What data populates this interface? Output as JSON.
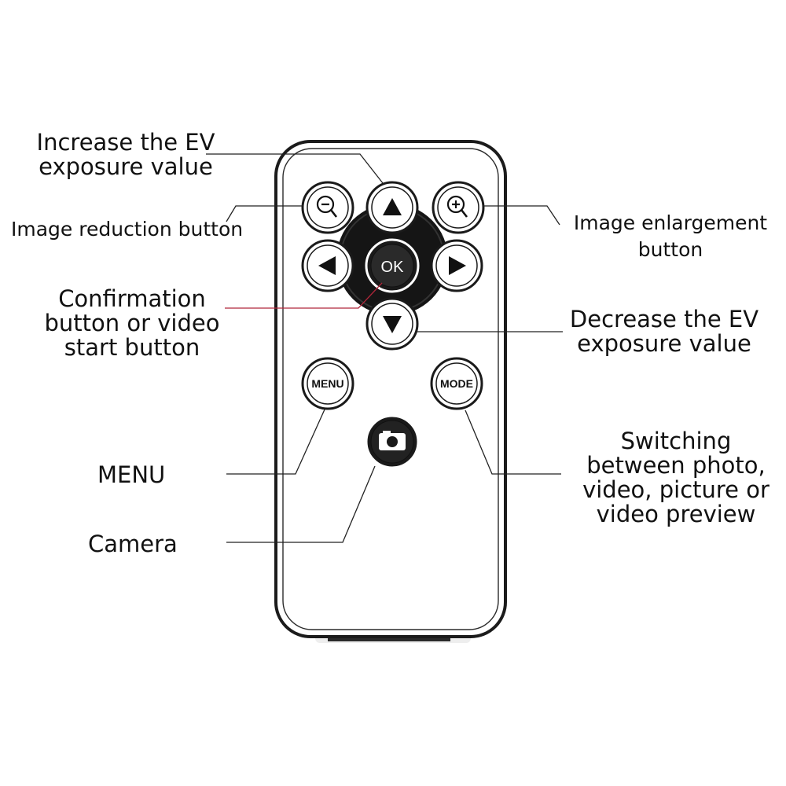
{
  "remote": {
    "buttons": {
      "ok": "OK",
      "menu": "MENU",
      "mode": "MODE"
    }
  },
  "callouts": {
    "ev_increase": [
      "Increase the EV",
      "exposure value"
    ],
    "zoom_out": [
      "Image reduction button"
    ],
    "zoom_in": [
      "Image enlargement",
      "button"
    ],
    "confirm": [
      "Confirmation",
      "button or video",
      "start button"
    ],
    "ev_decrease": [
      "Decrease the EV",
      "exposure value"
    ],
    "menu": [
      "MENU"
    ],
    "mode": [
      "Switching",
      "between photo,",
      "video, picture or",
      "video preview"
    ],
    "camera": [
      "Camera"
    ]
  }
}
